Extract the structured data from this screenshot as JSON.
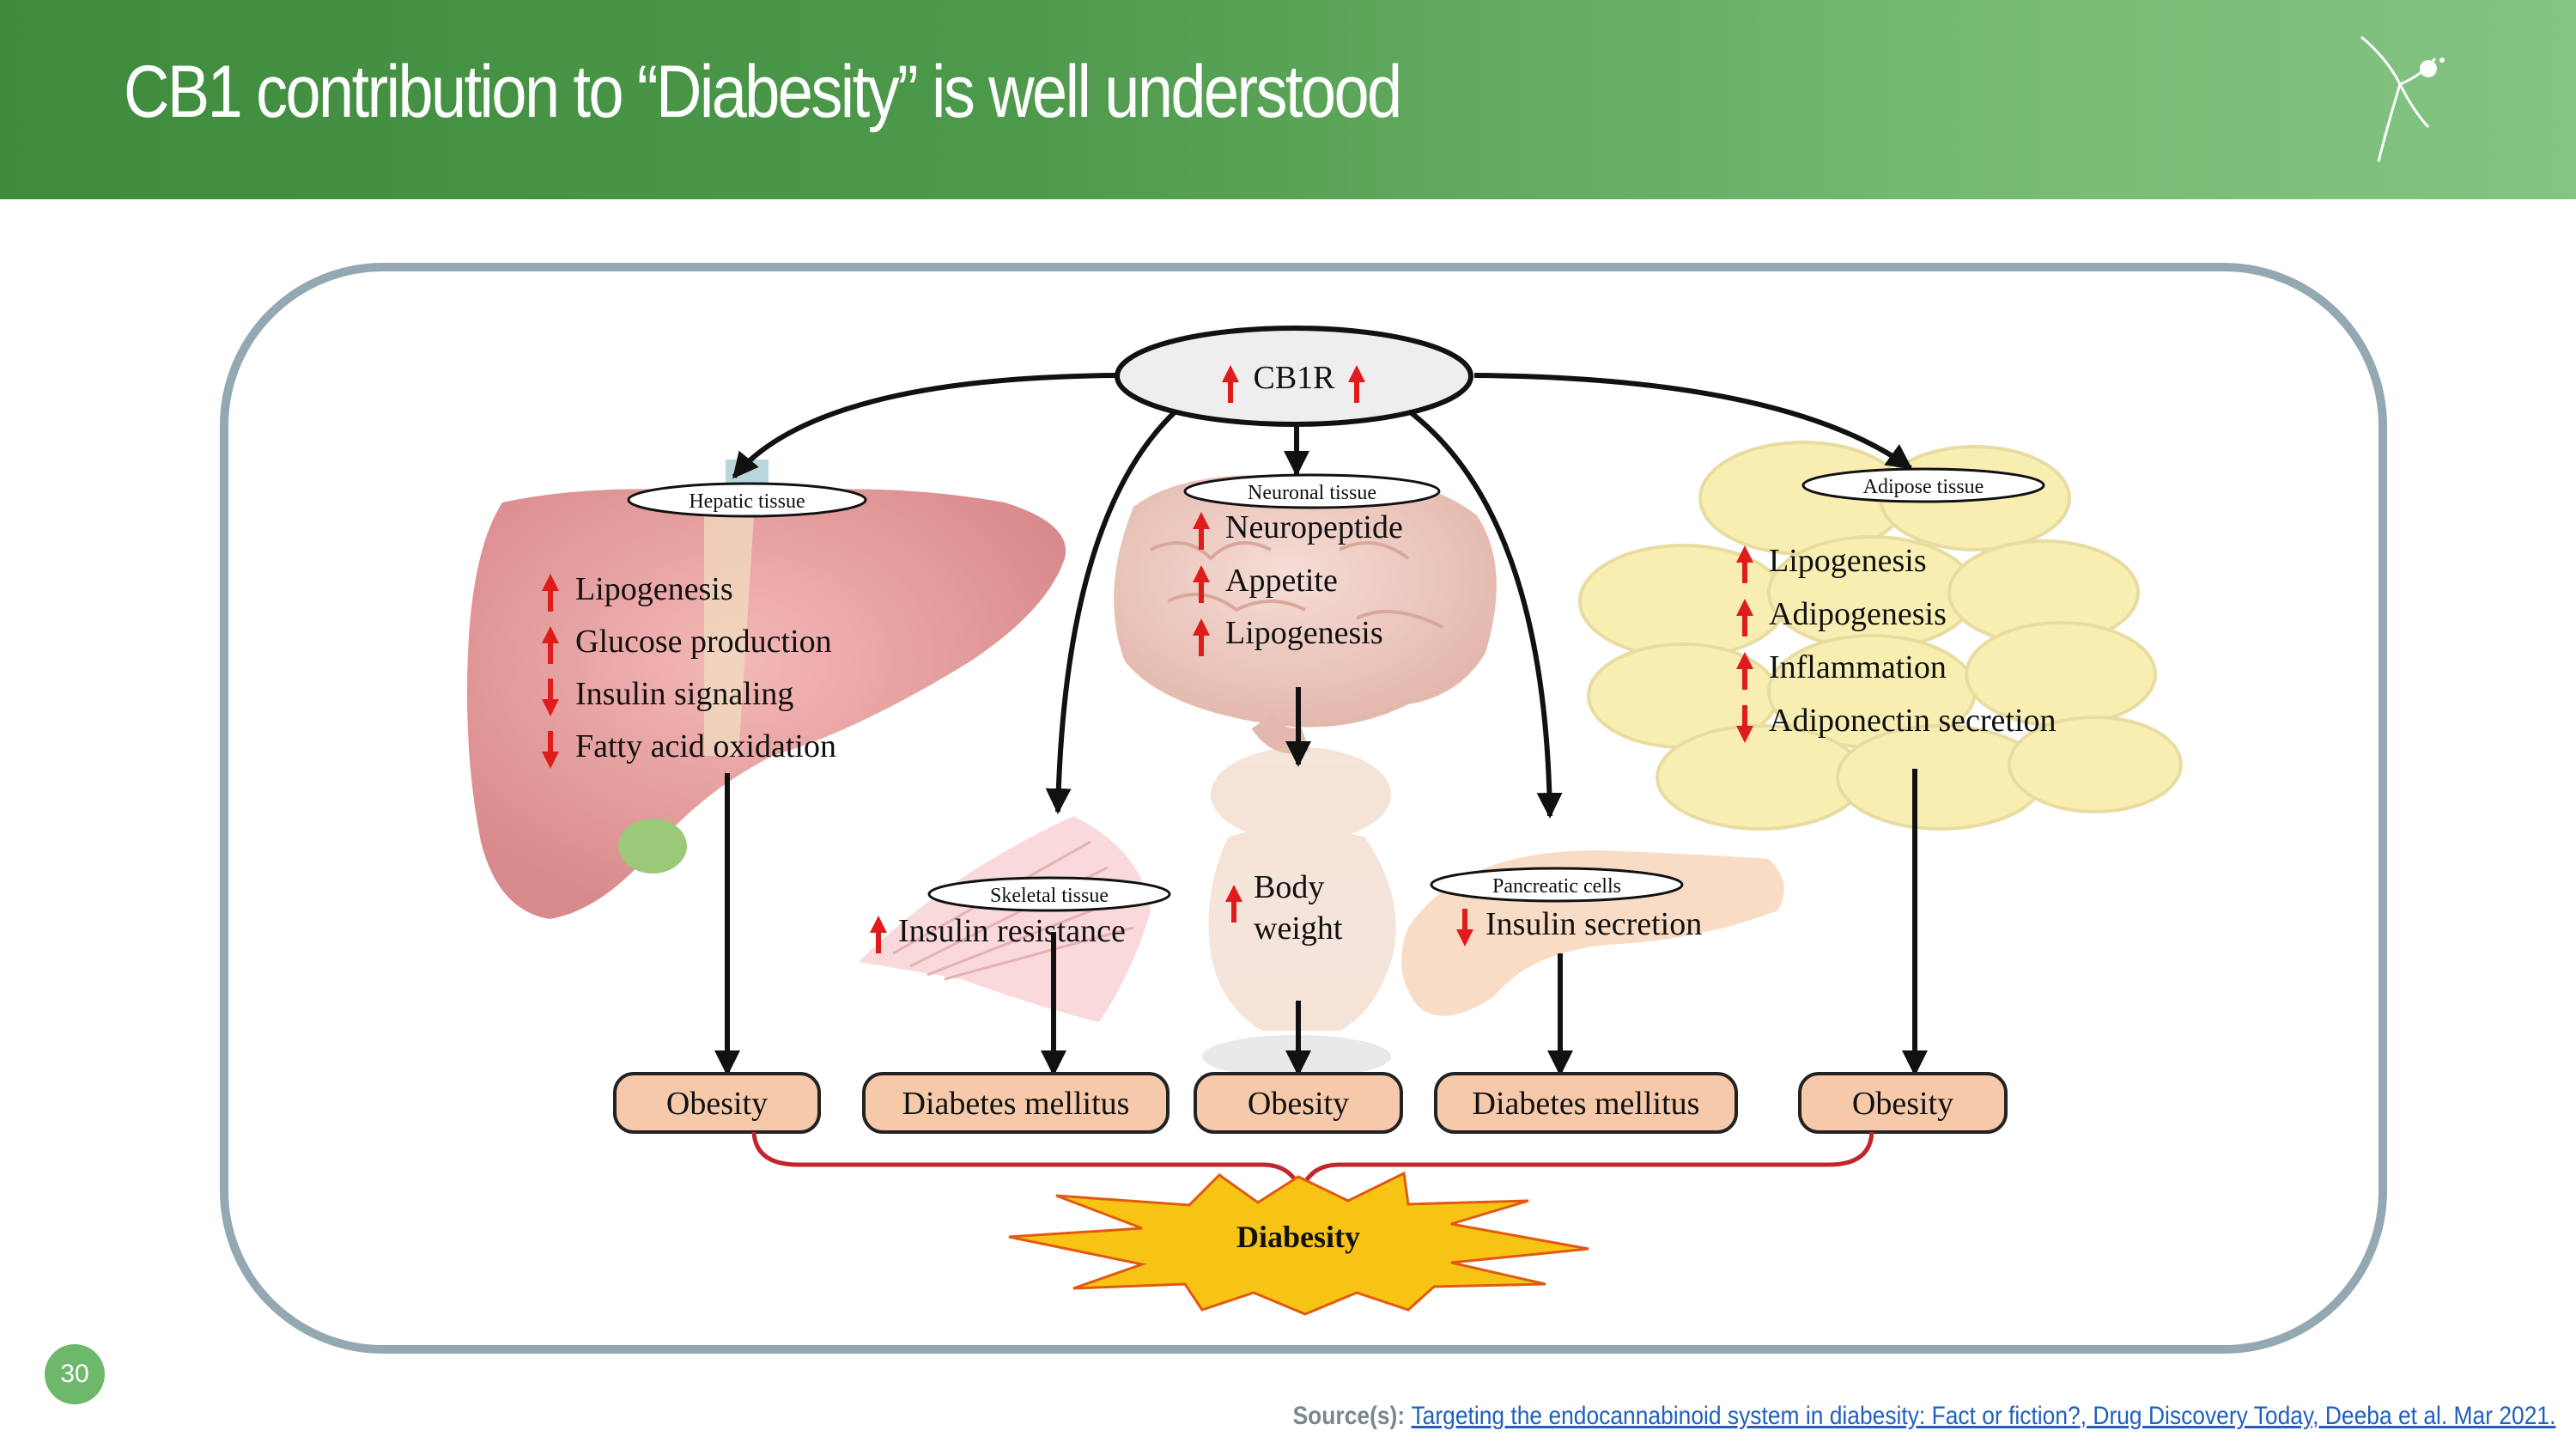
{
  "slide": {
    "title": "CB1 contribution to “Diabesity” is well understood",
    "page_number": "30"
  },
  "source": {
    "prefix": "Source(s): ",
    "link_text": "Targeting the endocannabinoid system in diabesity: Fact or fiction?, Drug Discovery Today, Deeba et al. Mar 2021."
  },
  "diagram": {
    "center": {
      "label": "CB1R",
      "arrows": [
        "up",
        "up"
      ]
    },
    "tissues": [
      {
        "label": "Hepatic tissue",
        "effects": [
          {
            "dir": "up",
            "text": "Lipogenesis"
          },
          {
            "dir": "up",
            "text": "Glucose production"
          },
          {
            "dir": "down",
            "text": "Insulin signaling"
          },
          {
            "dir": "down",
            "text": "Fatty acid oxidation"
          }
        ]
      },
      {
        "label": "Neuronal tissue",
        "effects": [
          {
            "dir": "up",
            "text": "Neuropeptide"
          },
          {
            "dir": "up",
            "text": "Appetite"
          },
          {
            "dir": "up",
            "text": "Lipogenesis"
          }
        ]
      },
      {
        "label": "Adipose tissue",
        "effects": [
          {
            "dir": "up",
            "text": "Lipogenesis"
          },
          {
            "dir": "up",
            "text": "Adipogenesis"
          },
          {
            "dir": "up",
            "text": "Inflammation"
          },
          {
            "dir": "down",
            "text": "Adiponectin secretion"
          }
        ]
      },
      {
        "label": "Skeletal tissue",
        "effects": [
          {
            "dir": "up",
            "text": "Insulin resistance"
          }
        ]
      },
      {
        "label": "Pancreatic cells",
        "effects": [
          {
            "dir": "down",
            "text": "Insulin secretion"
          }
        ]
      }
    ],
    "body_weight": {
      "dir": "up",
      "lines": [
        "Body",
        "weight"
      ]
    },
    "outcomes": [
      "Obesity",
      "Diabetes mellitus",
      "Obesity",
      "Diabetes mellitus",
      "Obesity"
    ],
    "result": "Diabesity",
    "colors": {
      "arrow_up": "#e01b1b",
      "arrow_down": "#e01b1b",
      "outcome_fill": "#f5c9aa",
      "burst_fill": "#f7c415",
      "burst_stroke": "#e05a12",
      "brace": "#c0262c",
      "header": "#4a974a",
      "frame": "#93a8b3",
      "link": "#1f5fbf"
    }
  }
}
